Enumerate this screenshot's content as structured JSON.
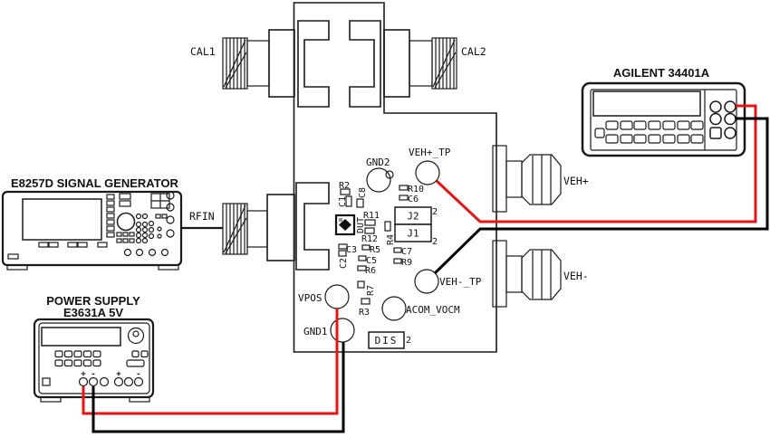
{
  "diagram": {
    "board": {
      "connector_labels": {
        "cal1": "CAL1",
        "cal2": "CAL2",
        "rfin": "RFIN",
        "veh_plus": "VEH+",
        "veh_minus": "VEH-"
      },
      "test_points": {
        "gnd2": "GND2",
        "veh_plus_tp": "VEH+_TP",
        "veh_minus_tp": "VEH-_TP",
        "vpos": "VPOS",
        "gnd1": "GND1",
        "acom_vocm": "ACOM_VOCM"
      },
      "components": [
        {
          "label": "R2"
        },
        {
          "label": "C1"
        },
        {
          "label": "C8"
        },
        {
          "label": "R11"
        },
        {
          "label": "DUT"
        },
        {
          "label": "R12"
        },
        {
          "label": "R4"
        },
        {
          "label": "C3"
        },
        {
          "label": "R5"
        },
        {
          "label": "C5"
        },
        {
          "label": "C2"
        },
        {
          "label": "R6"
        },
        {
          "label": "R7"
        },
        {
          "label": "R3"
        },
        {
          "label": "R10"
        },
        {
          "label": "C6"
        },
        {
          "label": "C7"
        },
        {
          "label": "R9"
        }
      ],
      "jumpers": {
        "j2": {
          "label": "J2",
          "pins": "2"
        },
        "j1": {
          "label": "J1",
          "pins": "2"
        },
        "dis": {
          "label": "DIS",
          "pins": "2"
        }
      }
    },
    "instruments": {
      "signal_generator": {
        "title": "E8257D SIGNAL GENERATOR"
      },
      "multimeter": {
        "title": "AGILENT 34401A"
      },
      "power_supply": {
        "title": "POWER SUPPLY",
        "subtitle": "E3631A 5V",
        "terminal_marks": {
          "plus1": "+",
          "minus1": "-",
          "plus2": "+",
          "minus2": "-"
        }
      }
    },
    "colors": {
      "wire_red": "#e81414",
      "wire_black": "#000000",
      "line": "#1a1a1a"
    }
  }
}
